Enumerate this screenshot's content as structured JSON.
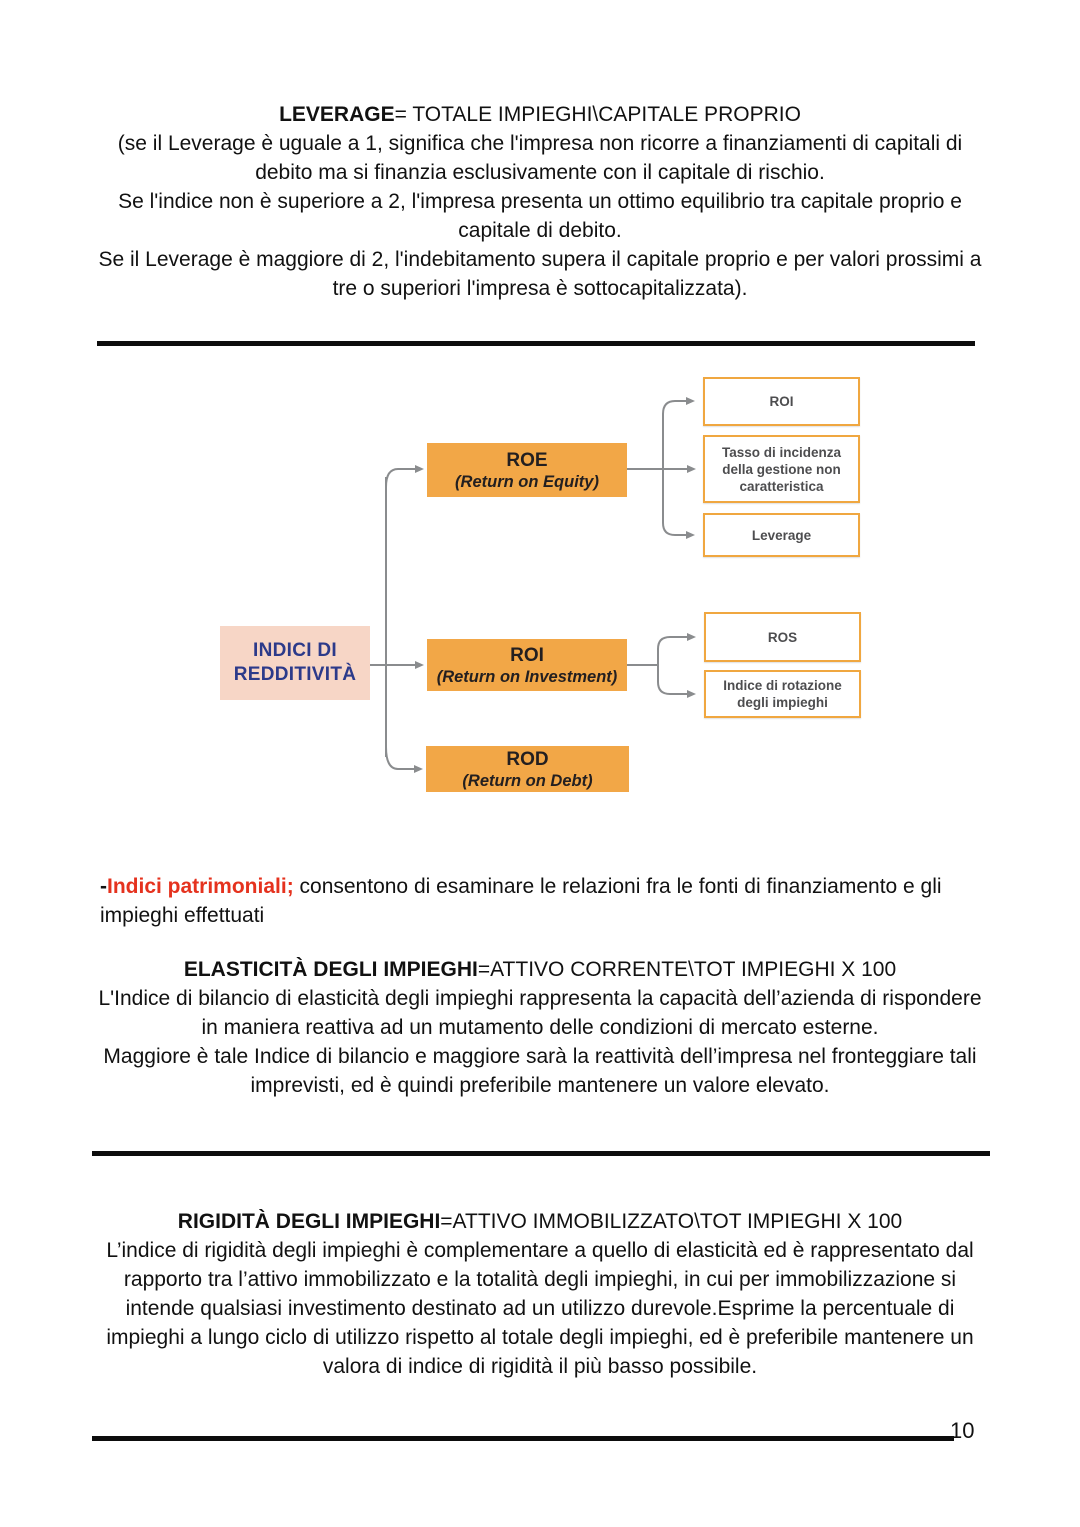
{
  "page_number": "10",
  "leverage_block": {
    "heading_bold": "LEVERAGE",
    "heading_rest": "= TOTALE IMPIEGHI\\CAPITALE PROPRIO",
    "para1": "(se il Leverage è uguale a 1, significa che l'impresa non ricorre a finanziamenti di capitali di debito ma si finanzia esclusivamente con il capitale di rischio.",
    "para2": "Se l'indice non è superiore a 2, l'impresa presenta un ottimo equilibrio tra capitale proprio e capitale di debito.",
    "para3": "Se il Leverage è maggiore di 2, l'indebitamento supera il capitale proprio e per valori prossimi a tre o superiori l'impresa è sottocapitalizzata)."
  },
  "diagram": {
    "root_label": "INDICI DI REDDITIVITÀ",
    "roe_title": "ROE",
    "roe_subtitle": "(Return on Equity)",
    "roi_title": "ROI",
    "roi_subtitle": "(Return on Investment)",
    "rod_title": "ROD",
    "rod_subtitle": "(Return on Debt)",
    "leaf_roi": "ROI",
    "leaf_tasso": "Tasso di incidenza della gestione non caratteristica",
    "leaf_leverage": "Leverage",
    "leaf_ros": "ROS",
    "leaf_rotazione": "Indice di rotazione degli impieghi",
    "colors": {
      "orange_fill": "#F2A747",
      "pink_fill": "#F7D6C6",
      "navy_text": "#2C3A8A",
      "leaf_border": "#F0A740",
      "leaf_text": "#4D4D4F",
      "connector_gray": "#8A8C8E",
      "accent_red": "#E5321E"
    }
  },
  "patrimoniali_block": {
    "dash": "-",
    "red_label": "Indici patrimoniali;",
    "rest": " consentono di esaminare le relazioni fra le fonti di finanziamento e gli impieghi effettuati"
  },
  "elasticita_block": {
    "heading_bold": "ELASTICITÀ DEGLI IMPIEGHI",
    "heading_rest": "=ATTIVO CORRENTE\\TOT IMPIEGHI X 100",
    "para1": "L'Indice di bilancio di elasticità degli impieghi rappresenta la capacità dell’azienda di rispondere in maniera reattiva ad un mutamento delle condizioni di mercato esterne.",
    "para2": "Maggiore è tale Indice di bilancio e maggiore sarà la reattività dell’impresa nel fronteggiare tali imprevisti, ed è quindi preferibile mantenere un valore elevato."
  },
  "rigidita_block": {
    "heading_bold": "RIGIDITÀ DEGLI IMPIEGHI",
    "heading_rest": "=ATTIVO IMMOBILIZZATO\\TOT IMPIEGHI X 100",
    "para": "L’indice di rigidità degli impieghi è complementare a quello di elasticità ed è rappresentato dal rapporto tra l’attivo immobilizzato e la totalità degli impieghi, in cui per immobilizzazione si intende qualsiasi investimento destinato ad un utilizzo durevole.Esprime la percentuale di impieghi a lungo ciclo di utilizzo rispetto al totale degli impieghi, ed è preferibile mantenere un valora di indice di rigidità il più basso possibile."
  }
}
